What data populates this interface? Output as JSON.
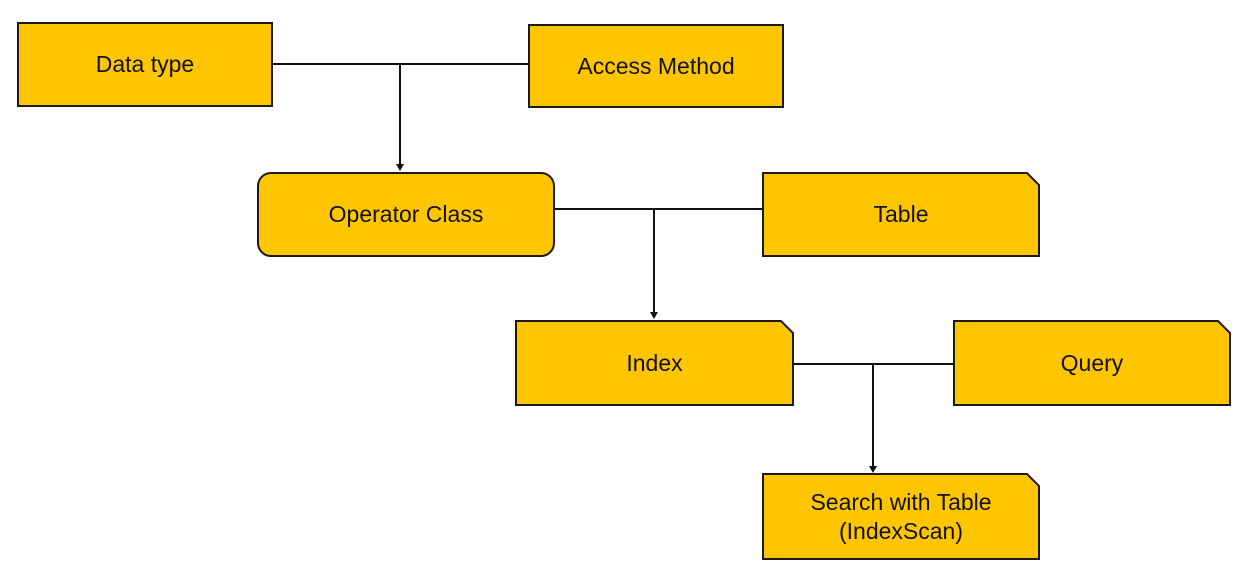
{
  "nodes": {
    "data_type": "Data type",
    "access_method": "Access Method",
    "operator_class": "Operator Class",
    "table": "Table",
    "index": "Index",
    "query": "Query",
    "search_line1": "Search with Table",
    "search_line2": "(IndexScan)"
  },
  "colors": {
    "box_fill": "#FFC600",
    "outline": "#1a1a1a"
  }
}
